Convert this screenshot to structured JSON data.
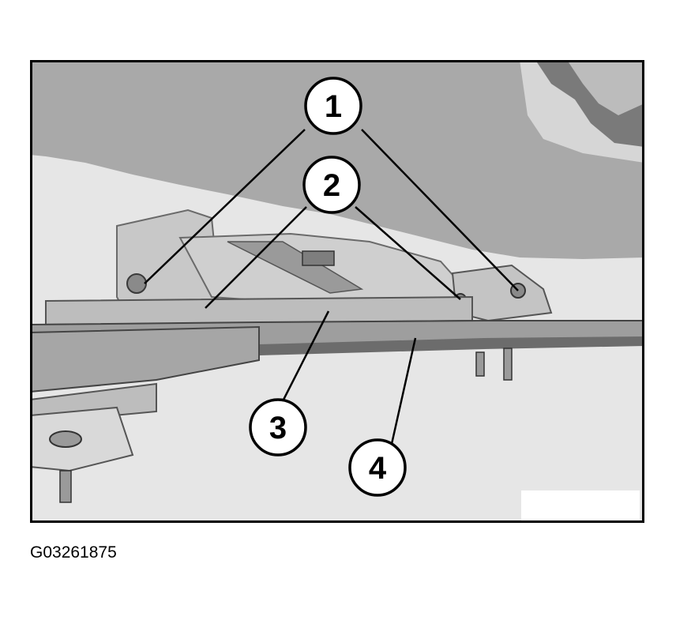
{
  "figure": {
    "id_label": "G03261875",
    "callouts": [
      {
        "label": "1"
      },
      {
        "label": "2"
      },
      {
        "label": "3"
      },
      {
        "label": "4"
      }
    ]
  },
  "colors": {
    "border": "#000000",
    "background_light": "#e3e3e3",
    "body_dark": "#a3a3a3",
    "rail": "#9c9c9c",
    "rail_shadow": "#6e6e6e",
    "callout_fill": "#ffffff"
  }
}
